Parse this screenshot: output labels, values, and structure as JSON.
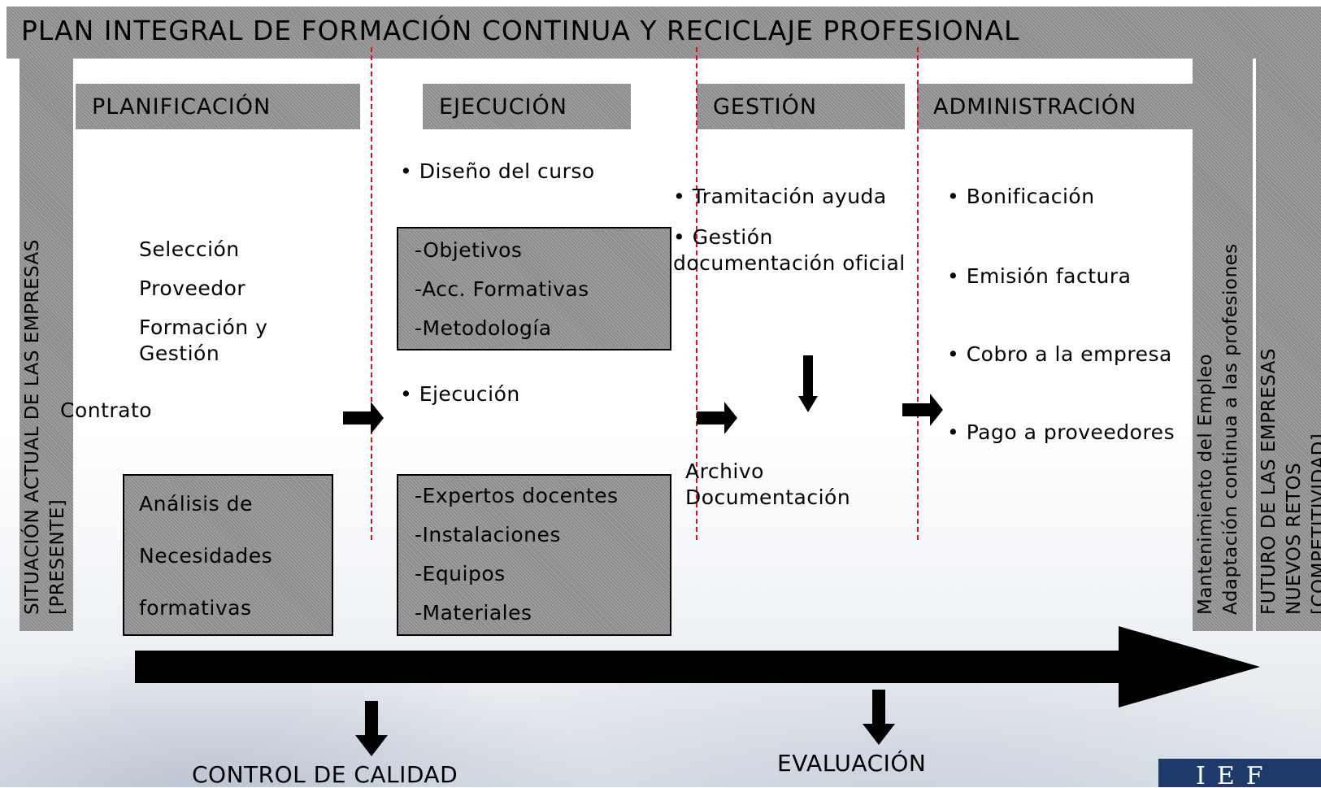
{
  "title": "PLAN INTEGRAL DE FORMACIÓN CONTINUA Y RECICLAJE PROFESIONAL",
  "phases": {
    "planificacion": "PLANIFICACIÓN",
    "ejecucion": "EJECUCIÓN",
    "gestion": "GESTIÓN",
    "administracion": "ADMINISTRACIÓN"
  },
  "left_bar": {
    "line1": "SITUACIÓN ACTUAL DE LAS EMPRESAS",
    "line2": "[PRESENTE]"
  },
  "right_bars": {
    "mantenimiento": "Mantenimiento del Empleo",
    "adaptacion": "Adaptación continua a las profesiones",
    "futuro1": "FUTURO DE LAS EMPRESAS",
    "futuro2": "NUEVOS RETOS",
    "futuro3": "[COMPETITIVIDAD]"
  },
  "planificacion": {
    "seleccion": "Selección",
    "proveedor": "Proveedor",
    "formacion1": "Formación y",
    "formacion2": "Gestión",
    "contrato": "Contrato",
    "analisis": [
      "Análisis de",
      "Necesidades",
      "formativas"
    ]
  },
  "ejecucion": {
    "diseno": "• Diseño del curso",
    "box1": [
      "-Objetivos",
      "-Acc. Formativas",
      "-Metodología"
    ],
    "ejecucion": "• Ejecución",
    "box2": [
      "-Expertos docentes",
      "-Instalaciones",
      "-Equipos",
      "-Materiales"
    ]
  },
  "gestion": {
    "tramitacion": "• Tramitación ayuda",
    "gestion1": "• Gestión",
    "gestion2": "documentación oficial",
    "archivo1": "Archivo",
    "archivo2": "Documentación"
  },
  "administracion": {
    "items": [
      "• Bonificación",
      "• Emisión factura",
      "• Cobro a la empresa",
      "• Pago a proveedores"
    ]
  },
  "bottom": {
    "control": "CONTROL DE CALIDAD",
    "evaluacion": "EVALUACIÓN"
  },
  "logo": "IEF",
  "colors": {
    "hatch": "#8c8c8c",
    "dashed_line": "#e0101a",
    "logo_bg": "#1d3a6b"
  }
}
